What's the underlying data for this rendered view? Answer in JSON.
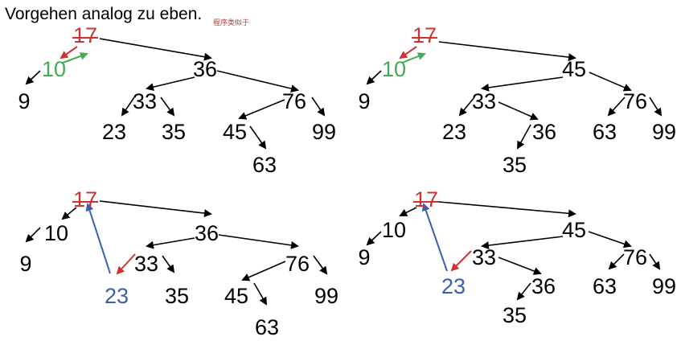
{
  "heading": "Vorgehen analog zu eben.",
  "note": "程序类似于",
  "colors": {
    "black": "#000000",
    "red": "#cc3333",
    "green": "#44aa55",
    "blue": "#3a5fb0"
  },
  "panels": [
    {
      "id": "top-left",
      "nodes": [
        {
          "id": "n17",
          "label": "17",
          "color": "red",
          "struck": true
        },
        {
          "id": "n10",
          "label": "10",
          "color": "green"
        },
        {
          "id": "n36",
          "label": "36"
        },
        {
          "id": "n9",
          "label": "9"
        },
        {
          "id": "n33",
          "label": "33"
        },
        {
          "id": "n76",
          "label": "76"
        },
        {
          "id": "n23",
          "label": "23"
        },
        {
          "id": "n35",
          "label": "35"
        },
        {
          "id": "n45",
          "label": "45"
        },
        {
          "id": "n99",
          "label": "99"
        },
        {
          "id": "n63",
          "label": "63"
        }
      ]
    },
    {
      "id": "top-right",
      "nodes": [
        {
          "id": "n17",
          "label": "17",
          "color": "red",
          "struck": true
        },
        {
          "id": "n10",
          "label": "10",
          "color": "green"
        },
        {
          "id": "n45",
          "label": "45"
        },
        {
          "id": "n9",
          "label": "9"
        },
        {
          "id": "n33",
          "label": "33"
        },
        {
          "id": "n76",
          "label": "76"
        },
        {
          "id": "n23",
          "label": "23"
        },
        {
          "id": "n36",
          "label": "36"
        },
        {
          "id": "n63",
          "label": "63"
        },
        {
          "id": "n99",
          "label": "99"
        },
        {
          "id": "n35",
          "label": "35"
        }
      ]
    },
    {
      "id": "bottom-left",
      "nodes": [
        {
          "id": "n17",
          "label": "17",
          "color": "red",
          "struck": true
        },
        {
          "id": "n10",
          "label": "10"
        },
        {
          "id": "n36",
          "label": "36"
        },
        {
          "id": "n9",
          "label": "9"
        },
        {
          "id": "n33",
          "label": "33"
        },
        {
          "id": "n76",
          "label": "76"
        },
        {
          "id": "n23",
          "label": "23",
          "color": "blue"
        },
        {
          "id": "n35",
          "label": "35"
        },
        {
          "id": "n45",
          "label": "45"
        },
        {
          "id": "n99",
          "label": "99"
        },
        {
          "id": "n63",
          "label": "63"
        }
      ]
    },
    {
      "id": "bottom-right",
      "nodes": [
        {
          "id": "n17",
          "label": "17",
          "color": "red",
          "struck": true
        },
        {
          "id": "n10",
          "label": "10"
        },
        {
          "id": "n45",
          "label": "45"
        },
        {
          "id": "n9",
          "label": "9"
        },
        {
          "id": "n33",
          "label": "33"
        },
        {
          "id": "n76",
          "label": "76"
        },
        {
          "id": "n23",
          "label": "23",
          "color": "blue"
        },
        {
          "id": "n36",
          "label": "36"
        },
        {
          "id": "n63",
          "label": "63"
        },
        {
          "id": "n99",
          "label": "99"
        },
        {
          "id": "n35",
          "label": "35"
        }
      ]
    }
  ]
}
